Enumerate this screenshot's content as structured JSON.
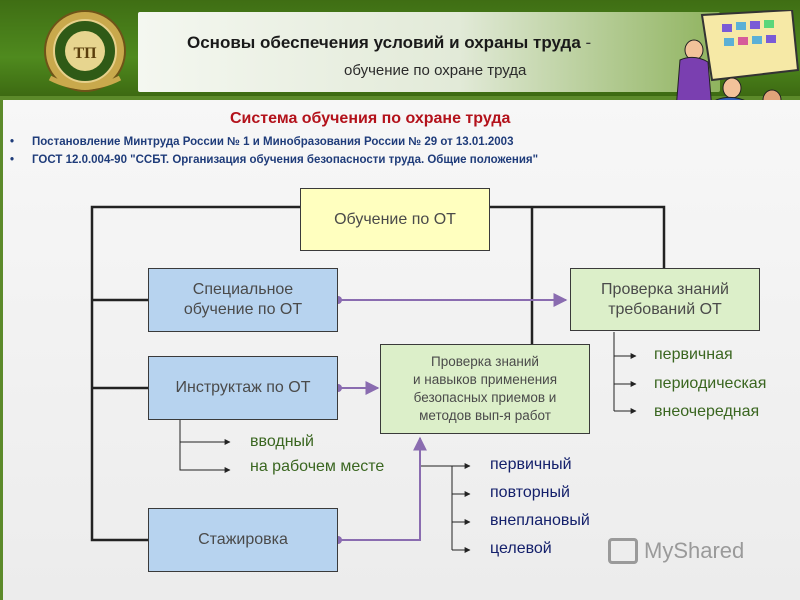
{
  "header": {
    "title": "Основы обеспечения условий и охраны труда",
    "title_dash": "-",
    "subtitle": "обучение по охране труда"
  },
  "system_title": "Система обучения по охране труда",
  "bullets": [
    "Постановление Минтруда России № 1 и Минобразования России № 29 от 13.01.2003",
    "ГОСТ 12.0.004-90 \"ССБТ. Организация обучения безопасности труда. Общие положения\""
  ],
  "boxes": {
    "training": "Обучение по ОТ",
    "special_training": [
      "Специальное",
      "обучение по ОТ"
    ],
    "knowledge_check": [
      "Проверка знаний",
      "требований ОТ"
    ],
    "briefing": "Инструктаж по ОТ",
    "skills_check": [
      "Проверка знаний",
      "и навыков применения",
      "безопасных приемов и",
      "методов вып-я работ"
    ],
    "internship": "Стажировка"
  },
  "knowledge_check_types": [
    "первичная",
    "периодическая",
    "внеочередная"
  ],
  "briefing_types_left": [
    "вводный",
    "на рабочем месте"
  ],
  "briefing_types_right": [
    "первичный",
    "повторный",
    "внеплановый",
    "целевой"
  ],
  "watermark": "MyShared",
  "colors": {
    "title_red": "#b3121b",
    "bullet_blue": "#1f3c7a",
    "connector_purple": "#8a6cb0",
    "label_green": "#3a6620",
    "label_navy": "#14206b"
  },
  "icons": [
    "university-seal-icon",
    "presentation-people-clipart",
    "myshared-logo-icon"
  ]
}
